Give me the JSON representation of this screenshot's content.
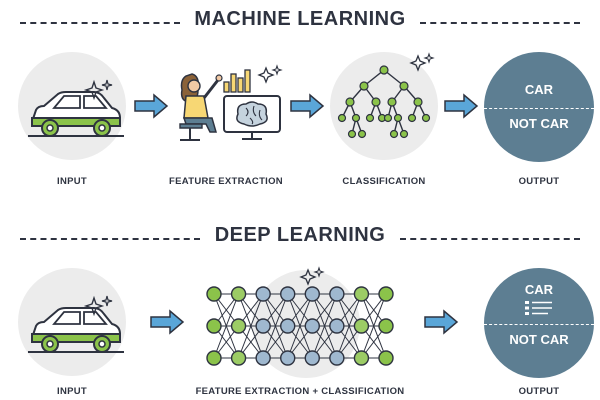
{
  "ml": {
    "title": "MACHINE LEARNING",
    "labels": {
      "input": "INPUT",
      "feature": "FEATURE EXTRACTION",
      "classification": "CLASSIFICATION",
      "output": "OUTPUT"
    },
    "output": {
      "top": "CAR",
      "bottom": "NOT CAR"
    }
  },
  "dl": {
    "title": "DEEP LEARNING",
    "labels": {
      "input": "INPUT",
      "combined": "FEATURE EXTRACTION + CLASSIFICATION",
      "output": "OUTPUT"
    },
    "output": {
      "top": "CAR",
      "bottom": "NOT CAR"
    }
  },
  "colors": {
    "dark": "#2e3340",
    "green": "#8bc34a",
    "dark_green": "#5e8f2e",
    "blue_arrow": "#5aa6d8",
    "output_circle": "#5d7e92",
    "gray_bg": "#ececec",
    "node_blue": "#9fb8cf"
  },
  "icons": [
    "car-icon",
    "sparkle-icon",
    "arrow-right-icon",
    "person-laptop-icon",
    "brain-icon",
    "bar-chart-icon",
    "decision-tree-icon",
    "neural-network-icon",
    "list-icon"
  ]
}
